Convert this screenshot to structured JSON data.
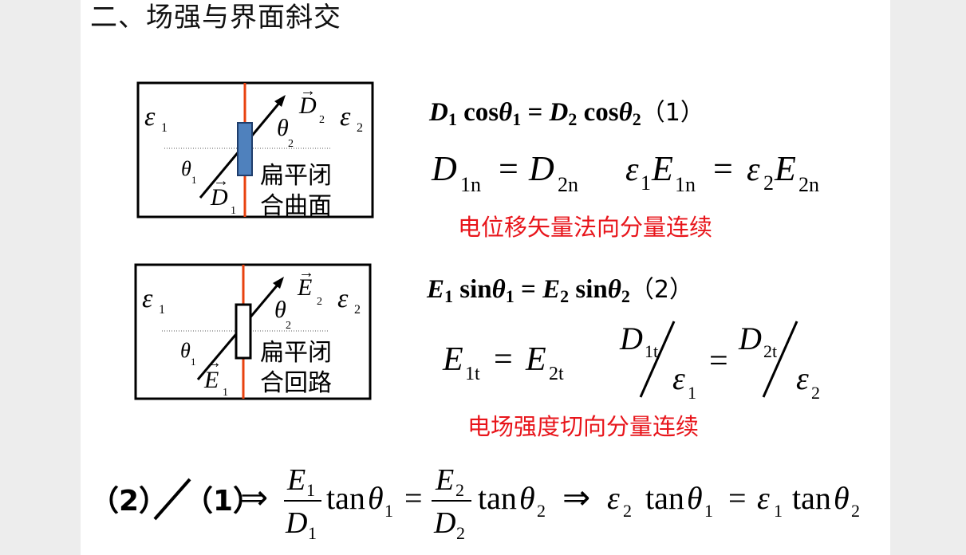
{
  "title": "二、场强与界面斜交",
  "diagram1": {
    "eps1": "ε",
    "eps1_sub": "1",
    "eps2": "ε",
    "eps2_sub": "2",
    "vec_top": "D",
    "vec_top_sub": "2",
    "vec_bottom": "D",
    "vec_bottom_sub": "1",
    "theta_top": "θ",
    "theta_top_sub": "2",
    "theta_bottom": "θ",
    "theta_bottom_sub": "1",
    "label_line1": "扁平闭",
    "label_line2": "合曲面"
  },
  "diagram2": {
    "eps1": "ε",
    "eps1_sub": "1",
    "eps2": "ε",
    "eps2_sub": "2",
    "vec_top": "E",
    "vec_top_sub": "2",
    "vec_bottom": "E",
    "vec_bottom_sub": "1",
    "theta_top": "θ",
    "theta_top_sub": "2",
    "theta_bottom": "θ",
    "theta_bottom_sub": "1",
    "label_line1": "扁平闭",
    "label_line2": "合回路"
  },
  "eq1": {
    "lhs": "D",
    "lhs_sub": "1",
    "lhs_fn": " cos",
    "lhs_angle": "θ",
    "lhs_angle_sub": "1",
    "eq": " = ",
    "rhs": "D",
    "rhs_sub": "2",
    "rhs_fn": " cos",
    "rhs_angle": "θ",
    "rhs_angle_sub": "2",
    "tag": "（1）"
  },
  "eq1b": {
    "a": "D",
    "a_sub": "1n",
    "b": "D",
    "b_sub": "2n",
    "c": "ε",
    "c_sub": "1",
    "d": "E",
    "d_sub": "1n",
    "e": "ε",
    "e_sub": "2",
    "f": "E",
    "f_sub": "2n",
    "eq": "="
  },
  "note1": "电位移矢量法向分量连续",
  "eq2": {
    "lhs": "E",
    "lhs_sub": "1",
    "lhs_fn": " sin",
    "lhs_angle": "θ",
    "lhs_angle_sub": "1",
    "eq": " = ",
    "rhs": "E",
    "rhs_sub": "2",
    "rhs_fn": " sin",
    "rhs_angle": "θ",
    "rhs_angle_sub": "2",
    "tag": "（2）"
  },
  "eq2b": {
    "a": "E",
    "a_sub": "1t",
    "b": "E",
    "b_sub": "2t",
    "n1": "D",
    "n1_sub": "1t",
    "d1": "ε",
    "d1_sub": "1",
    "n2": "D",
    "n2_sub": "2t",
    "d2": "ε",
    "d2_sub": "2",
    "eq": "="
  },
  "note2": "电场强度切向分量连续",
  "eq3": {
    "tag2": "（2）",
    "tag1": "（1）",
    "implies": "⇒",
    "f1_num": "E",
    "f1_num_sub": "1",
    "f1_den": "D",
    "f1_den_sub": "1",
    "tan": "tan",
    "theta": "θ",
    "sub1": "1",
    "sub2": "2",
    "f2_num": "E",
    "f2_num_sub": "2",
    "f2_den": "D",
    "f2_den_sub": "2",
    "eps": "ε",
    "eq": "="
  },
  "colors": {
    "interface": "#e8420f",
    "red_text": "#e8151b",
    "pillbox_fill": "#4f81bd"
  }
}
